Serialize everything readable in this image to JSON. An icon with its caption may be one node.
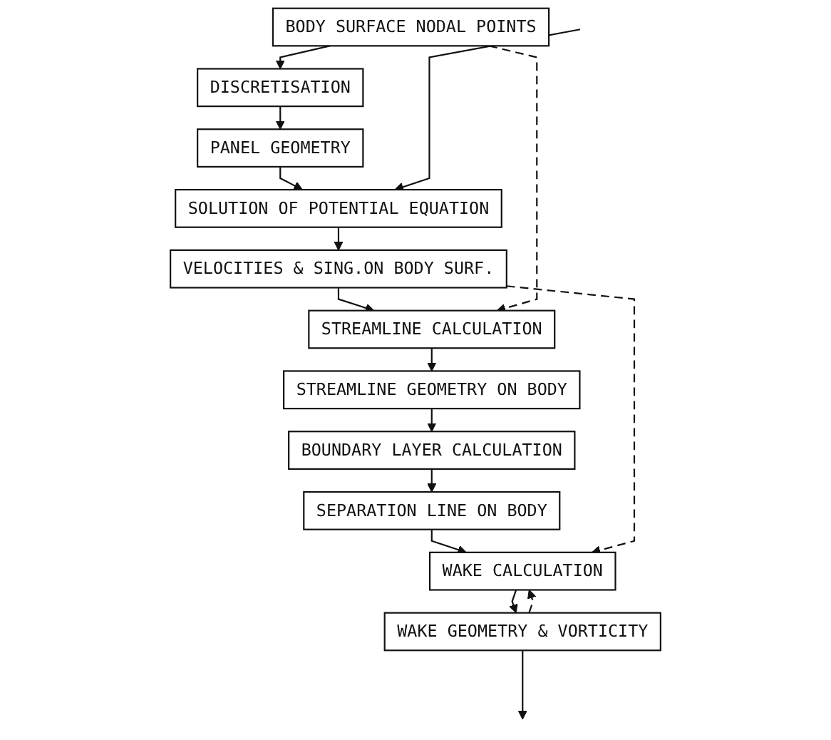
{
  "diagram": {
    "nodes": [
      {
        "text": [
          "BODY SURFACE NODAL POINTS"
        ]
      },
      {
        "text": [
          "DISCRETISATION"
        ]
      },
      {
        "text": [
          "PANEL GEOMETRY"
        ]
      },
      {
        "text": [
          "SOLUTION OF POTENTIAL EQUATION"
        ]
      },
      {
        "text": [
          "VELOCITIES & SING.ON BODY SURF."
        ]
      },
      {
        "text": [
          "STREAMLINE CALCULATION"
        ]
      },
      {
        "text": [
          "STREAMLINE GEOMETRY ON BODY"
        ]
      },
      {
        "text": [
          "BOUNDARY LAYER CALCULATION"
        ]
      },
      {
        "text": [
          "SEPARATION LINE ON BODY"
        ]
      },
      {
        "text": [
          "WAKE CALCULATION"
        ]
      },
      {
        "text": [
          "WAKE GEOMETRY & VORTICITY"
        ]
      }
    ],
    "edges": [
      {
        "from": 0,
        "to": 1,
        "arrow": "to"
      },
      {
        "from": 1,
        "to": 2,
        "arrow": "to"
      },
      {
        "from": 2,
        "to": 3,
        "arrow": "to"
      },
      {
        "from": null,
        "to": 3,
        "arrow": "to"
      },
      {
        "from": 3,
        "to": 4,
        "arrow": "to"
      },
      {
        "from": 4,
        "to": 5,
        "arrow": "to"
      },
      {
        "from": 0,
        "to": 5,
        "arrow": "to",
        "style": "dashed"
      },
      {
        "from": 5,
        "to": 6,
        "arrow": "to"
      },
      {
        "from": 6,
        "to": 7,
        "arrow": "to"
      },
      {
        "from": 7,
        "to": 8,
        "arrow": "to"
      },
      {
        "from": 8,
        "to": 9,
        "arrow": "to"
      },
      {
        "from": 4,
        "to": 9,
        "arrow": "to",
        "style": "dashed"
      },
      {
        "from": 10,
        "to": 9,
        "arrow": "to",
        "style": "dashed"
      },
      {
        "from": 9,
        "to": 10,
        "arrow": "to"
      },
      {
        "from": 10,
        "to": null,
        "arrow": "to"
      }
    ]
  }
}
